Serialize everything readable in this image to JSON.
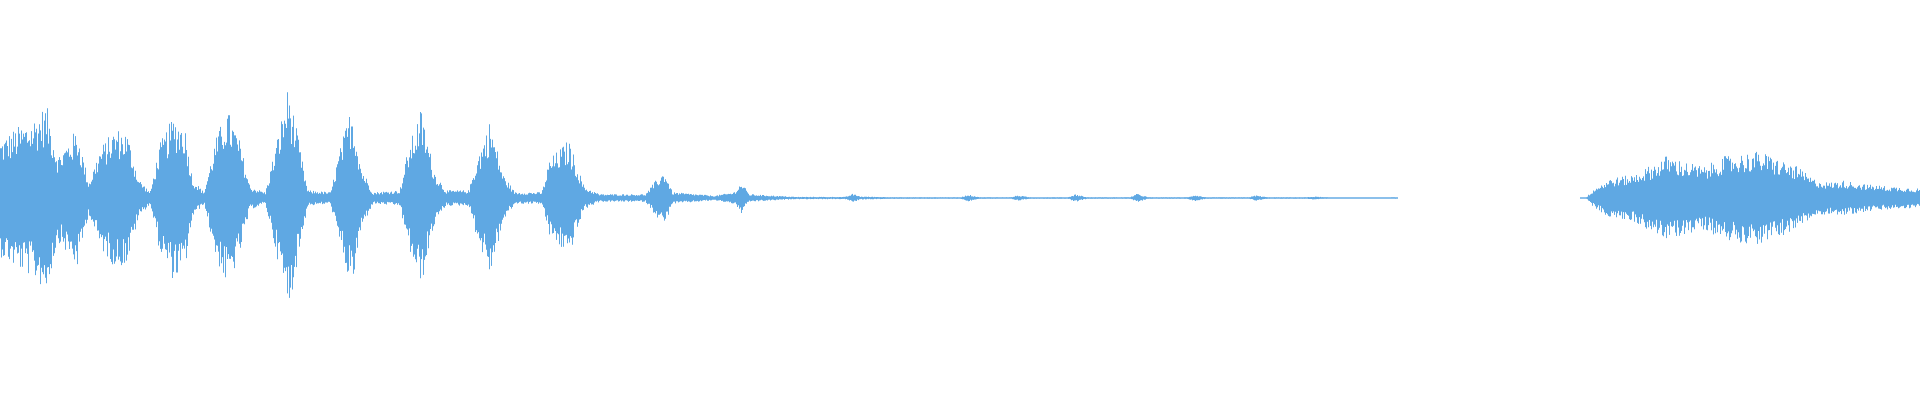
{
  "waveform": {
    "color": "#5fa8e3",
    "envelope": [
      [
        0.0,
        0.3
      ],
      [
        0.008,
        0.36
      ],
      [
        0.016,
        0.4
      ],
      [
        0.024,
        0.48
      ],
      [
        0.03,
        0.22
      ],
      [
        0.04,
        0.36
      ],
      [
        0.046,
        0.08
      ],
      [
        0.052,
        0.26
      ],
      [
        0.06,
        0.36
      ],
      [
        0.066,
        0.34
      ],
      [
        0.072,
        0.1
      ],
      [
        0.078,
        0.03
      ],
      [
        0.083,
        0.28
      ],
      [
        0.09,
        0.42
      ],
      [
        0.096,
        0.38
      ],
      [
        0.1,
        0.1
      ],
      [
        0.106,
        0.03
      ],
      [
        0.112,
        0.3
      ],
      [
        0.118,
        0.46
      ],
      [
        0.124,
        0.32
      ],
      [
        0.13,
        0.06
      ],
      [
        0.138,
        0.03
      ],
      [
        0.144,
        0.3
      ],
      [
        0.15,
        0.58
      ],
      [
        0.156,
        0.26
      ],
      [
        0.16,
        0.04
      ],
      [
        0.172,
        0.03
      ],
      [
        0.176,
        0.22
      ],
      [
        0.183,
        0.48
      ],
      [
        0.188,
        0.16
      ],
      [
        0.194,
        0.03
      ],
      [
        0.208,
        0.04
      ],
      [
        0.212,
        0.24
      ],
      [
        0.219,
        0.46
      ],
      [
        0.226,
        0.14
      ],
      [
        0.232,
        0.04
      ],
      [
        0.244,
        0.04
      ],
      [
        0.248,
        0.2
      ],
      [
        0.255,
        0.4
      ],
      [
        0.262,
        0.12
      ],
      [
        0.268,
        0.03
      ],
      [
        0.282,
        0.03
      ],
      [
        0.286,
        0.2
      ],
      [
        0.296,
        0.3
      ],
      [
        0.304,
        0.06
      ],
      [
        0.312,
        0.02
      ],
      [
        0.336,
        0.02
      ],
      [
        0.342,
        0.1
      ],
      [
        0.346,
        0.14
      ],
      [
        0.35,
        0.03
      ],
      [
        0.372,
        0.012
      ],
      [
        0.382,
        0.03
      ],
      [
        0.386,
        0.08
      ],
      [
        0.39,
        0.02
      ],
      [
        0.414,
        0.006
      ],
      [
        0.43,
        0.006
      ],
      [
        0.44,
        0.006
      ],
      [
        0.444,
        0.022
      ],
      [
        0.448,
        0.008
      ],
      [
        0.468,
        0.004
      ],
      [
        0.474,
        0.004
      ],
      [
        0.5,
        0.004
      ],
      [
        0.504,
        0.018
      ],
      [
        0.51,
        0.004
      ],
      [
        0.526,
        0.004
      ],
      [
        0.53,
        0.014
      ],
      [
        0.536,
        0.004
      ],
      [
        0.556,
        0.004
      ],
      [
        0.56,
        0.02
      ],
      [
        0.566,
        0.004
      ],
      [
        0.588,
        0.004
      ],
      [
        0.592,
        0.022
      ],
      [
        0.598,
        0.004
      ],
      [
        0.618,
        0.004
      ],
      [
        0.622,
        0.016
      ],
      [
        0.628,
        0.004
      ],
      [
        0.65,
        0.004
      ],
      [
        0.654,
        0.014
      ],
      [
        0.66,
        0.004
      ],
      [
        0.68,
        0.004
      ],
      [
        0.684,
        0.008
      ],
      [
        0.692,
        0.003
      ],
      [
        0.722,
        0.002
      ],
      [
        0.726,
        0.005
      ],
      [
        0.728,
        0.0
      ],
      [
        0.822,
        0.0
      ],
      [
        0.826,
        0.004
      ],
      [
        0.83,
        0.05
      ],
      [
        0.838,
        0.1
      ],
      [
        0.85,
        0.12
      ],
      [
        0.862,
        0.18
      ],
      [
        0.868,
        0.22
      ],
      [
        0.876,
        0.19
      ],
      [
        0.888,
        0.16
      ],
      [
        0.896,
        0.21
      ],
      [
        0.908,
        0.23
      ],
      [
        0.916,
        0.24
      ],
      [
        0.926,
        0.2
      ],
      [
        0.936,
        0.16
      ],
      [
        0.944,
        0.1
      ],
      [
        0.952,
        0.08
      ],
      [
        0.96,
        0.09
      ],
      [
        0.972,
        0.07
      ],
      [
        0.984,
        0.06
      ],
      [
        1.0,
        0.05
      ]
    ]
  }
}
